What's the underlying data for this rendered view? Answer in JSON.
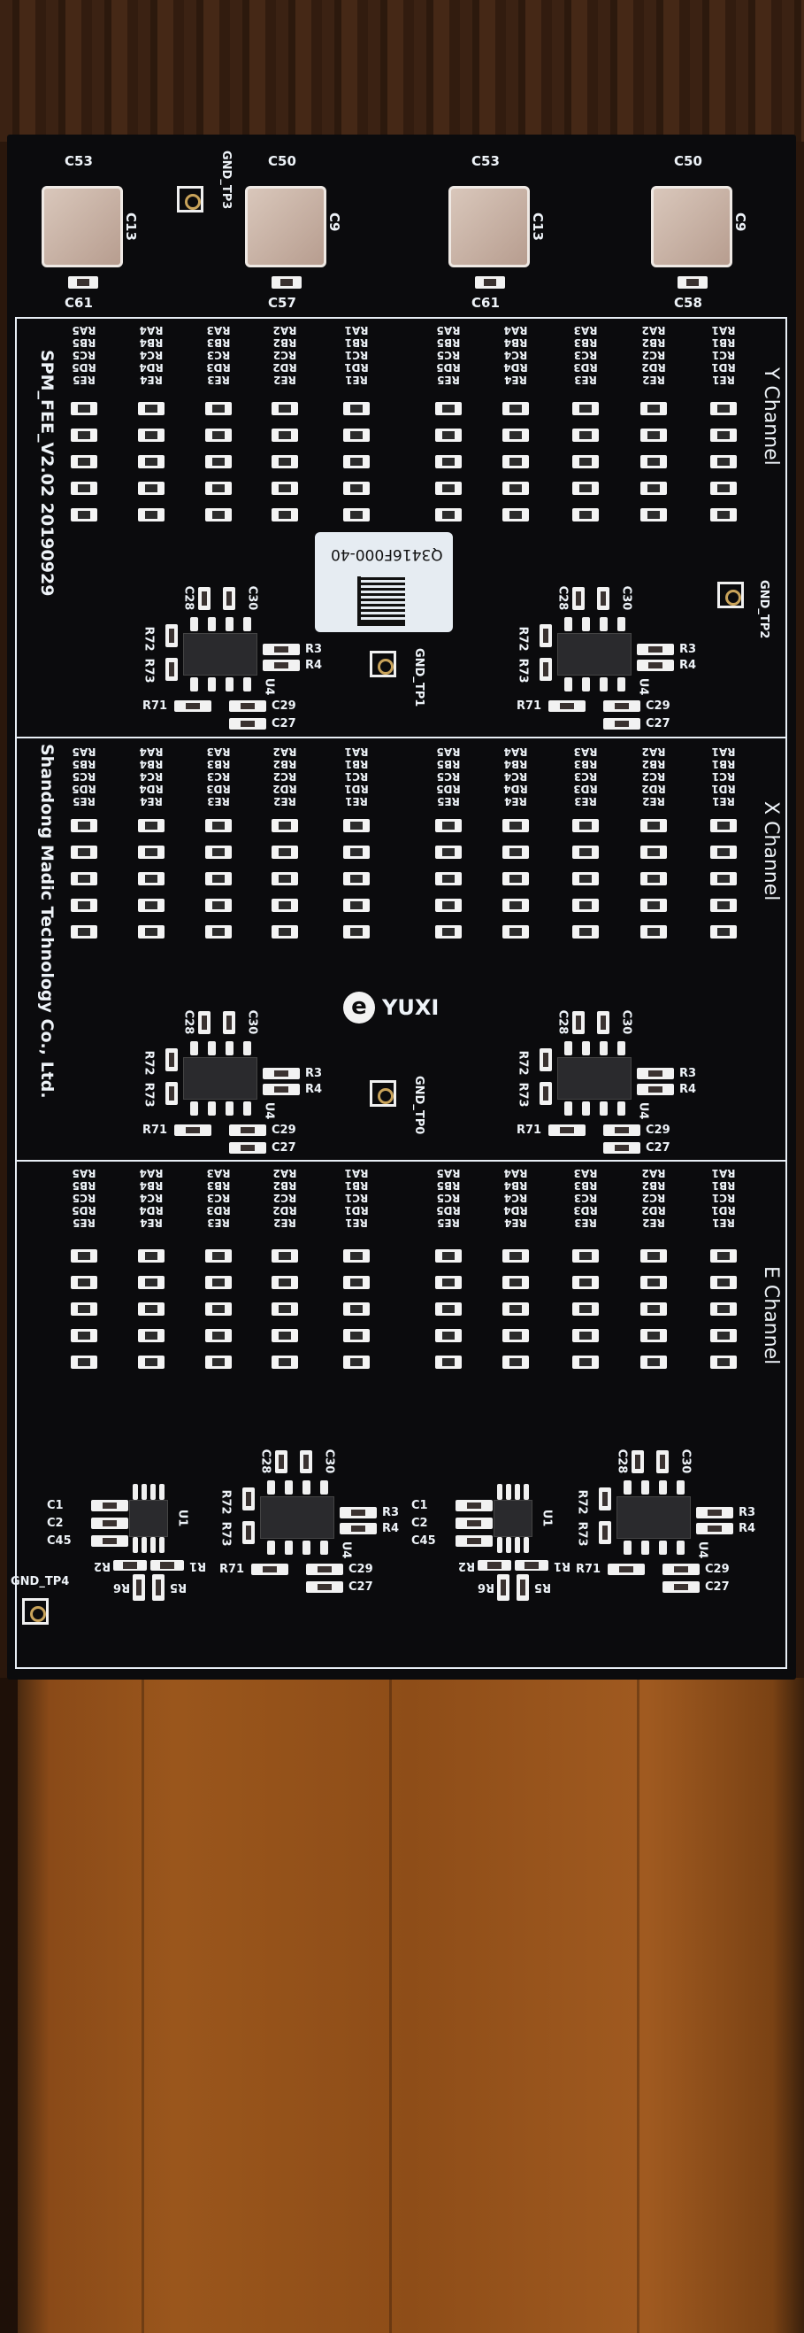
{
  "board": {
    "silkscreen_version": "SPM_FEE_V2.02 20190929",
    "silkscreen_company": "Shandong Madic Technology Co., Ltd.",
    "logo": "YUXI",
    "serial_label": "Q3416F000-40"
  },
  "top_caps": [
    {
      "top": "C53",
      "side": "C13",
      "bottom": "C61"
    },
    {
      "top": "C50",
      "side": "C9",
      "bottom": "C57"
    },
    {
      "top": "C53",
      "side": "C13",
      "bottom": "C61"
    },
    {
      "top": "C50",
      "side": "C9",
      "bottom": "C58"
    }
  ],
  "test_points": {
    "tp3": "GND_TP3",
    "tp2": "GND_TP2",
    "tp1": "GND_TP1",
    "tp0": "GND_TP0",
    "tp4": "GND_TP4"
  },
  "channels": [
    {
      "title": "Y Channel"
    },
    {
      "title": "X Channel"
    },
    {
      "title": "E Channel"
    }
  ],
  "resistor_groups": [
    [
      "RA5",
      "RB5",
      "RC5",
      "RD5",
      "RE5"
    ],
    [
      "RA4",
      "RB4",
      "RC4",
      "RD4",
      "RE4"
    ],
    [
      "RA3",
      "RB3",
      "RC3",
      "RD3",
      "RE3"
    ],
    [
      "RA2",
      "RB2",
      "RC2",
      "RD2",
      "RE2"
    ],
    [
      "RA1",
      "RB1",
      "RC1",
      "RD1",
      "RE1"
    ]
  ],
  "amp": {
    "chip": "U4",
    "c_top": [
      "C28",
      "C30"
    ],
    "r_left": [
      "R72",
      "R73"
    ],
    "r_right": [
      "R3",
      "R4"
    ],
    "r_bottom": "R71",
    "c_bottom": [
      "C29",
      "C27"
    ]
  },
  "buffer": {
    "chip": "U1",
    "caps": [
      "C1",
      "C2",
      "C45"
    ],
    "r": [
      "R2",
      "R1",
      "R6",
      "R5"
    ]
  }
}
